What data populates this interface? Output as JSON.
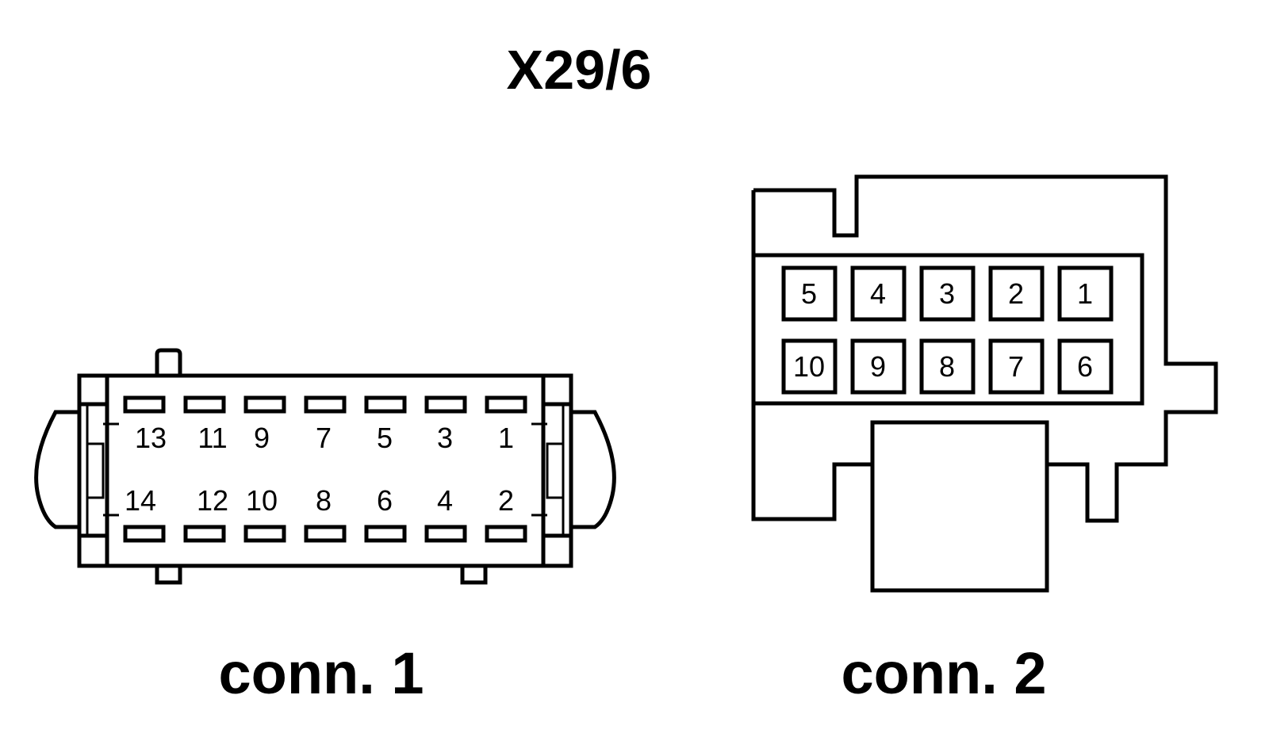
{
  "title": "X29/6",
  "connector1": {
    "caption": "conn. 1",
    "top_row": [
      "13",
      "11",
      "9",
      "7",
      "5",
      "3",
      "1"
    ],
    "bottom_row": [
      "14",
      "12",
      "10",
      "8",
      "6",
      "4",
      "2"
    ]
  },
  "connector2": {
    "caption": "conn. 2",
    "top_row": [
      "5",
      "4",
      "3",
      "2",
      "1"
    ],
    "bottom_row": [
      "10",
      "9",
      "8",
      "7",
      "6"
    ]
  }
}
